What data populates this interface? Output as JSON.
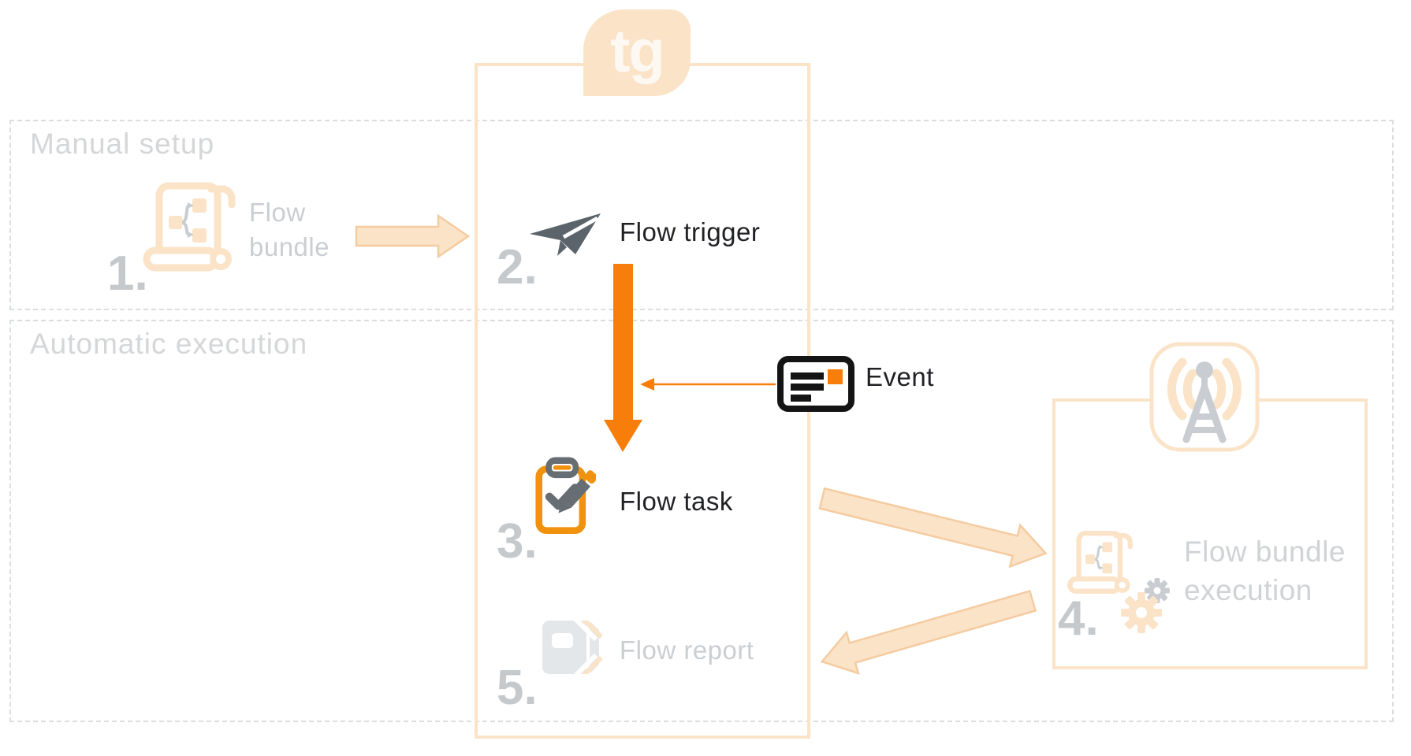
{
  "colors": {
    "accent_orange": "#F77E0A",
    "icon_orange": "#F0920E",
    "peach": "#FBE3C8",
    "peach_arrow_stroke": "#F5CBA0",
    "gray_text_light": "#CBCED1",
    "gray_number": "#C6C9CB",
    "gray_icon_dark": "#5C646B",
    "gray_icon_light": "#C9CDD1",
    "dark_text": "#202124"
  },
  "logo": {
    "text": "tg"
  },
  "sections": {
    "manual": {
      "label": "Manual setup"
    },
    "automatic": {
      "label": "Automatic execution"
    }
  },
  "steps": {
    "flow_bundle": {
      "number": "1.",
      "label_line1": "Flow",
      "label_line2": "bundle"
    },
    "flow_trigger": {
      "number": "2.",
      "label": "Flow trigger"
    },
    "flow_task": {
      "number": "3.",
      "label": "Flow task"
    },
    "flow_bundle_execution": {
      "number": "4.",
      "label_line1": "Flow bundle",
      "label_line2": "execution"
    },
    "flow_report": {
      "number": "5.",
      "label": "Flow report"
    }
  },
  "event": {
    "label": "Event"
  }
}
